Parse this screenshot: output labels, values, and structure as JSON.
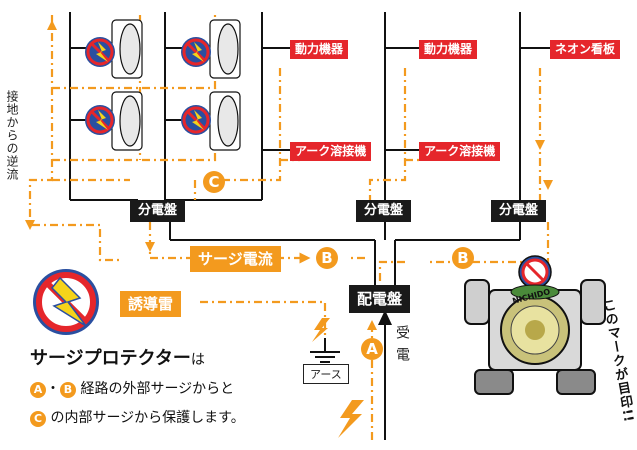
{
  "devices": {
    "motor_1": "動力機器",
    "motor_2": "動力機器",
    "neon_sign": "ネオン看板",
    "arc_welder_1": "アーク溶接機",
    "arc_welder_2": "アーク溶接機"
  },
  "panels": {
    "sub_1": "分電盤",
    "sub_2": "分電盤",
    "sub_3": "分電盤",
    "main": "配電盤"
  },
  "surge": {
    "surge_current": "サージ電流",
    "induced_lightning": "誘導雷",
    "reverse_from_ground": "接地からの逆流",
    "earth": "アース",
    "power_receiving": "受電"
  },
  "markers": {
    "a": "A",
    "b": "B",
    "c": "C"
  },
  "legend": {
    "title": "サージプロテクター",
    "title_suffix": "は",
    "dot": "・",
    "line1_rest": "経路の外部サージからと",
    "line2_rest": "の内部サージから保護します。"
  },
  "mascot": {
    "badge_text": "NICHIDO",
    "caption": "このマークが目印!!"
  },
  "colors": {
    "surge": "#f39a1e",
    "label_red": "#e5262b",
    "panel": "#1a1a1a",
    "line": "#111111"
  }
}
